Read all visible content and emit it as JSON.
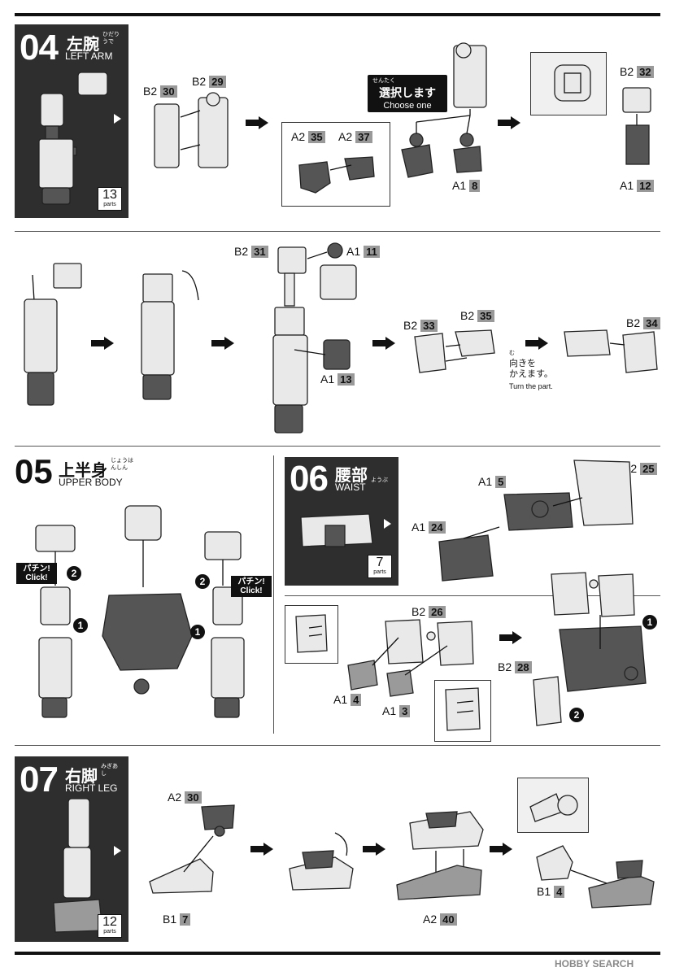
{
  "steps": {
    "s04": {
      "num": "04",
      "jp": "左腕",
      "ruby": "ひだりうで",
      "en": "LEFT ARM",
      "parts": "13",
      "parts_unit": "parts"
    },
    "s05": {
      "num": "05",
      "jp": "上半身",
      "ruby": "じょうはんしん",
      "en": "UPPER BODY"
    },
    "s06": {
      "num": "06",
      "jp": "腰部",
      "ruby": "ようぶ",
      "en": "WAIST",
      "parts": "7",
      "parts_unit": "parts"
    },
    "s07": {
      "num": "07",
      "jp": "右脚",
      "ruby": "みぎあし",
      "en": "RIGHT LEG",
      "parts": "12",
      "parts_unit": "parts"
    }
  },
  "labels": {
    "l1": {
      "tag": "B2",
      "no": "30"
    },
    "l2": {
      "tag": "B2",
      "no": "29"
    },
    "l3": {
      "tag": "A2",
      "no": "35"
    },
    "l4": {
      "tag": "A2",
      "no": "37"
    },
    "l5": {
      "tag": "A1",
      "no": "8"
    },
    "l6": {
      "tag": "B2",
      "no": "32"
    },
    "l7": {
      "tag": "A1",
      "no": "12"
    },
    "l8": {
      "tag": "B2",
      "no": "31"
    },
    "l9": {
      "tag": "A1",
      "no": "11"
    },
    "l10": {
      "tag": "A1",
      "no": "13"
    },
    "l11": {
      "tag": "B2",
      "no": "33"
    },
    "l12": {
      "tag": "B2",
      "no": "35"
    },
    "l13": {
      "tag": "B2",
      "no": "34"
    },
    "l14": {
      "tag": "A1",
      "no": "5"
    },
    "l15": {
      "tag": "B2",
      "no": "25"
    },
    "l16": {
      "tag": "A1",
      "no": "24"
    },
    "l17": {
      "tag": "B2",
      "no": "26"
    },
    "l18": {
      "tag": "B2",
      "no": "28"
    },
    "l19": {
      "tag": "A1",
      "no": "4"
    },
    "l20": {
      "tag": "A1",
      "no": "3"
    },
    "l21": {
      "tag": "A2",
      "no": "30"
    },
    "l22": {
      "tag": "B1",
      "no": "7"
    },
    "l23": {
      "tag": "A2",
      "no": "40"
    },
    "l24": {
      "tag": "B1",
      "no": "4"
    }
  },
  "choose": {
    "ruby": "せんたく",
    "jp": "選択します",
    "en": "Choose one"
  },
  "click": {
    "jp": "パチン!",
    "en": "Click!"
  },
  "turn": {
    "ruby": "む",
    "jp1": "向きを",
    "jp2": "かえます。",
    "en": "Turn the part."
  },
  "order": {
    "one": "1",
    "two": "2"
  },
  "footer": {
    "brand": "HOBBY SEARCH"
  }
}
